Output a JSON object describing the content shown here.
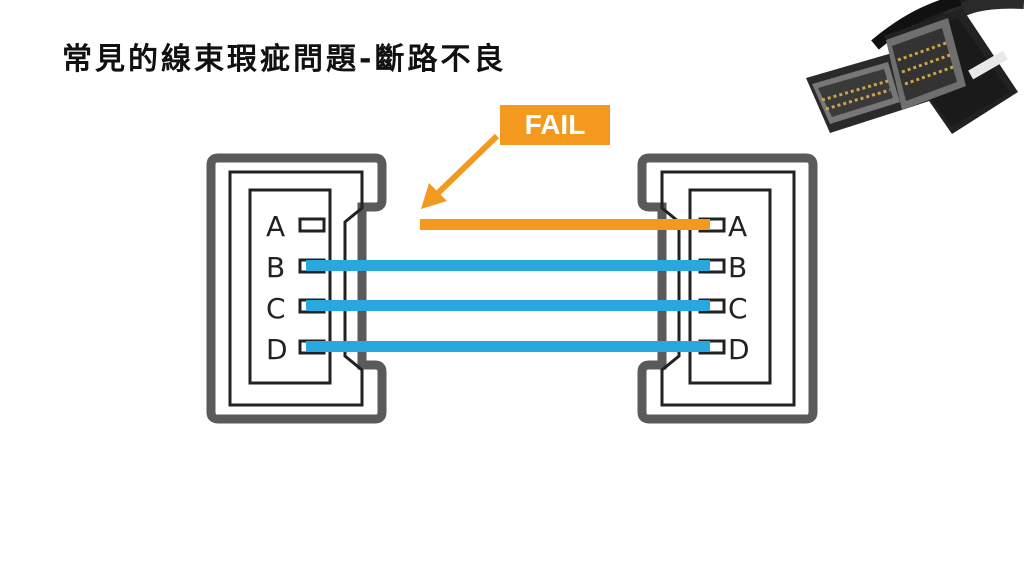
{
  "slide": {
    "title": "常見的線束瑕疵問題-斷路不良",
    "fail_label": "FAIL"
  },
  "pins": [
    "A",
    "B",
    "C",
    "D"
  ],
  "wires": [
    {
      "pin": "A",
      "status": "broken",
      "color": "#f39a1e"
    },
    {
      "pin": "B",
      "status": "ok",
      "color": "#29a8e0"
    },
    {
      "pin": "C",
      "status": "ok",
      "color": "#29a8e0"
    },
    {
      "pin": "D",
      "status": "ok",
      "color": "#29a8e0"
    }
  ],
  "colors": {
    "accent": "#f39a1e",
    "ok_wire": "#29a8e0",
    "connector_outer": "#5a5a5a",
    "connector_line": "#222222"
  },
  "photo": {
    "icon": "scart-cable-photo"
  }
}
